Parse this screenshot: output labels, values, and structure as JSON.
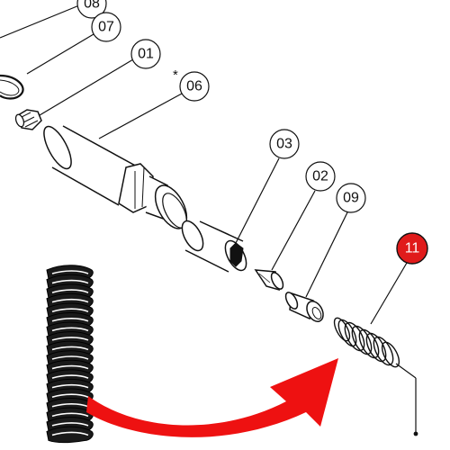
{
  "diagram": {
    "callouts": [
      {
        "id": "08",
        "label": "08"
      },
      {
        "id": "07",
        "label": "07"
      },
      {
        "id": "01",
        "label": "01"
      },
      {
        "id": "06",
        "label": "06",
        "marker": "*"
      },
      {
        "id": "03",
        "label": "03"
      },
      {
        "id": "02",
        "label": "02"
      },
      {
        "id": "09",
        "label": "09"
      },
      {
        "id": "11",
        "label": "11",
        "highlighted": true
      }
    ],
    "colors": {
      "line": "#111111",
      "highlight": "#e01b1b",
      "arrow": "#ee1111",
      "spring_fill": "#1a1a1a"
    }
  }
}
